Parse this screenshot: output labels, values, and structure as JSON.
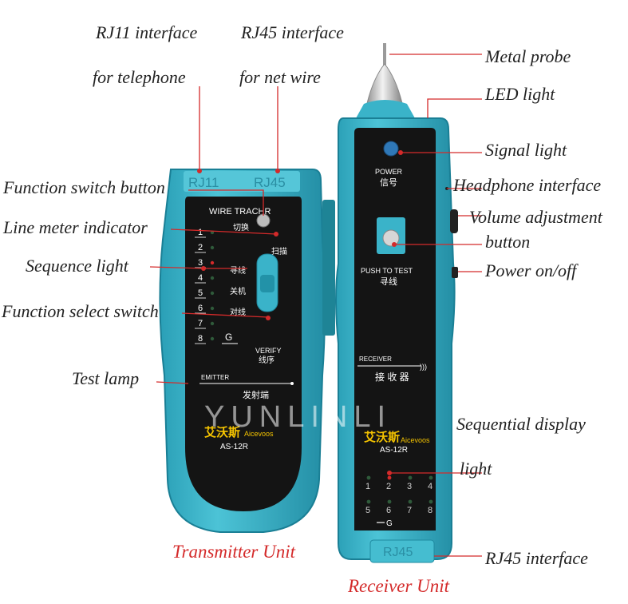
{
  "callouts": {
    "rj11_line1": "RJ11 interface",
    "rj11_line2": "for telephone",
    "rj45_line1": "RJ45 interface",
    "rj45_line2": "for net wire",
    "function_switch_button": "Function switch button",
    "line_meter_indicator": "Line meter indicator",
    "sequence_light": "Sequence light",
    "function_select_switch": "Function select switch",
    "test_lamp": "Test lamp",
    "metal_probe": "Metal probe",
    "led_light": "LED light",
    "signal_light": "Signal light",
    "headphone_interface": "Headphone interface",
    "volume_line1": "Volume adjustment",
    "volume_line2": "button",
    "power_on_off": "Power on/off",
    "sequential_line1": "Sequential display",
    "sequential_line2": "light",
    "rj45_interface_bottom": "RJ45 interface"
  },
  "captions": {
    "transmitter": "Transmitter Unit",
    "receiver": "Receiver Unit"
  },
  "transmitter": {
    "port_rj11": "RJ11",
    "port_rj45": "RJ45",
    "panel_title": "WIRE TRACHR",
    "switch_label": "切换",
    "scan_label": "扫描",
    "mode_find": "寻线",
    "mode_off": "关机",
    "mode_pair": "对线",
    "ground_label": "G",
    "verify_label": "VERIFY",
    "verify_cn": "线序",
    "emitter_label": "EMITTER",
    "emitter_cn": "发射端",
    "brand_cn": "艾沃斯",
    "brand_en": "Aicevoos",
    "model": "AS-12R",
    "numbers": [
      "1",
      "2",
      "3",
      "4",
      "5",
      "6",
      "7",
      "8"
    ]
  },
  "receiver": {
    "power_label": "POWER",
    "power_cn": "信号",
    "push_label": "PUSH TO TEST",
    "push_cn": "寻线",
    "receiver_label": "RECEIVER",
    "receiver_cn": "接 收 器",
    "brand_cn": "艾沃斯",
    "brand_en": "Aicevoos",
    "model": "AS-12R",
    "numbers_row1": [
      "1",
      "2",
      "3",
      "4"
    ],
    "numbers_row2": [
      "5",
      "6",
      "7",
      "8"
    ],
    "ground_label": "G",
    "port_label": "RJ45"
  },
  "watermark": "YUNLINLI",
  "colors": {
    "body": "#3ab3c9",
    "body_dark": "#1f8aa0",
    "panel": "#111111",
    "callout_line": "#d42a2a",
    "caption": "#d42a2a"
  }
}
